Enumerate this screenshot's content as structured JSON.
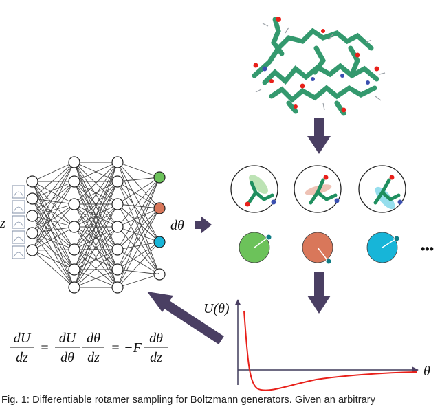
{
  "diagram": {
    "latent_label": "z",
    "dtheta_label": "dθ",
    "ellipsis": "•••",
    "output_node_ellipsis": "···",
    "energy_plot": {
      "ylabel": "U(θ)",
      "xlabel": "θ"
    },
    "equation": {
      "lhs_num": "dU",
      "lhs_den": "dz",
      "eq1": "=",
      "t1_num": "dU",
      "t1_den": "dθ",
      "t2_num": "dθ",
      "t2_den": "dz",
      "eq2": "=",
      "neg_f": "−F",
      "t3_num": "dθ",
      "t3_den": "dz"
    },
    "caption": "Fig. 1: Differentiable rotamer sampling for Boltzmann generators. Given an arbitrary"
  },
  "colors": {
    "arrow": "#4a3f63",
    "green": "#6cc25a",
    "orange": "#d9775a",
    "cyan": "#17b5d8",
    "teal": "#0f7c84",
    "protein": "#1f8f5f",
    "curve": "#e8201a"
  }
}
